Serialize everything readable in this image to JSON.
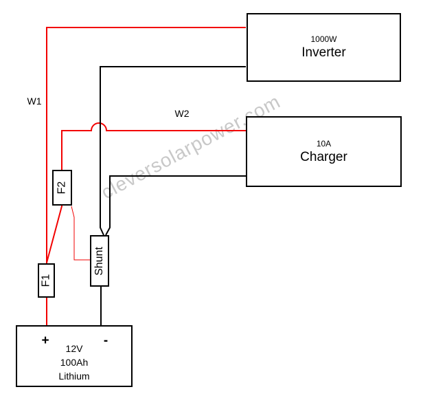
{
  "colors": {
    "wire_red": "#f20000",
    "wire_black": "#000000",
    "watermark": "#c8c8c8"
  },
  "watermark": {
    "text": "cleversolarpower.com"
  },
  "wire_labels": {
    "w1": "W1",
    "w2": "W2"
  },
  "components": {
    "inverter": {
      "rating": "1000W",
      "name": "Inverter"
    },
    "charger": {
      "rating": "10A",
      "name": "Charger"
    },
    "fuse_f1": {
      "label": "F1"
    },
    "fuse_f2": {
      "label": "F2"
    },
    "shunt": {
      "label": "Shunt"
    },
    "battery": {
      "positive_terminal": "+",
      "negative_terminal": "-",
      "voltage": "12V",
      "capacity": "100Ah",
      "chemistry": "Lithium"
    }
  }
}
